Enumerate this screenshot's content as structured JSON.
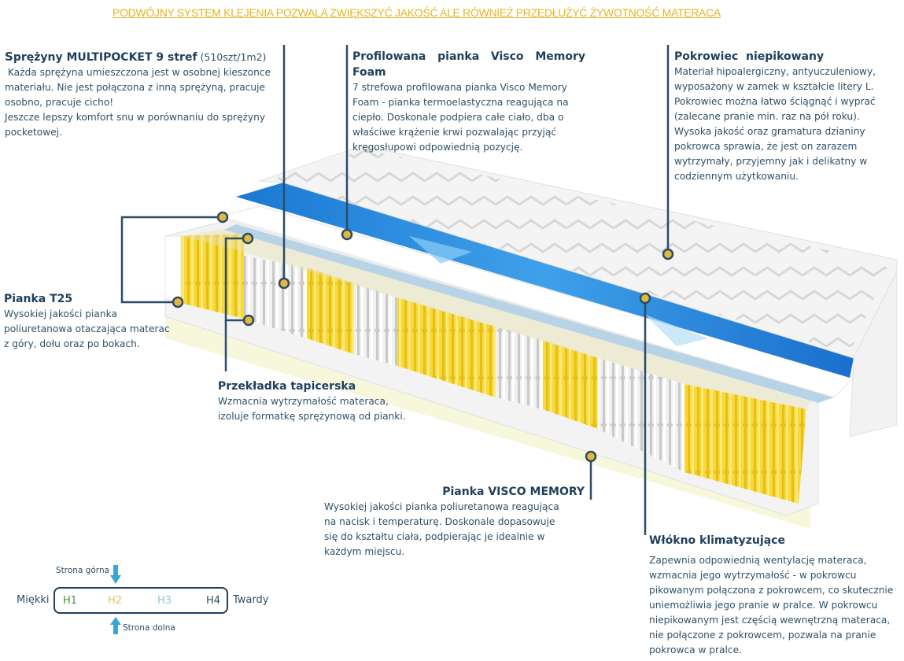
{
  "banner": "PODWÓJNY SYSTEM KLEJENIA POZWALA ZWIĘKSZYĆ JAKOŚĆ ALE RÓWNIEŻ PRZEDŁUŻYĆ ŻYWOTNOŚĆ MATERACA",
  "callouts": {
    "springs": {
      "title_first": "S",
      "title_rest": "prężyny MULTIPOCKET 9 stref",
      "title_sub": " (510szt/1m2)",
      "lines": [
        " Każda sprężyna umieszczona jest w osobnej kieszonce",
        "materiału. Nie jest połączona z inną sprężyną, pracuje",
        "osobno, pracuje cicho!",
        "Jeszcze lepszy komfort snu w porównaniu do  sprężyny",
        "pocketowej."
      ]
    },
    "visco_foam": {
      "title": "Profilowana pianka Visco Memory Foam",
      "lines": [
        "7 strefowa profilowana pianka Visco Memory",
        "Foam - pianka termoelastyczna reagująca na",
        "ciepło.  Doskonale podpiera całe ciało, dba o",
        "właściwe krążenie krwi pozwalając przyjąć",
        "kręgosłupowi odpowiednią pozycję."
      ]
    },
    "cover": {
      "title": "Pokrowiec  niepikowany",
      "lines": [
        "Materiał hipoalergiczny, antyuczuleniowy,",
        "wyposażony w zamek w kształcie litery L.",
        "Pokrowiec można łatwo ściągnąć i wyprać",
        "(zalecane pranie min.  raz na pół roku).",
        "Wysoka jakość oraz gramatura dzianiny",
        "pokrowca sprawia, że jest on zarazem",
        "wytrzymały, przyjemny jak i delikatny w",
        "codziennym użytkowaniu."
      ]
    },
    "t25": {
      "title": "Pianka T25",
      "lines": [
        "Wysokiej jakości pianka",
        "poliuretanowa otaczająca materac",
        "z góry, dołu oraz po bokach."
      ]
    },
    "upholstery": {
      "title": "Przekładka tapicerska",
      "lines": [
        "Wzmacnia wytrzymałość materaca,",
        "izoluje formatkę sprężynową od pianki."
      ]
    },
    "visco_memory": {
      "title": "Pianka VISCO MEMORY",
      "lines": [
        "Wysokiej jakości pianka poliuretanowa reagująca",
        "na nacisk i temperaturę. Doskonale dopasowuje",
        "się do kształtu ciała, podpierając je idealnie w",
        "każdym miejscu."
      ]
    },
    "fiber": {
      "title": "Włókno klimatyzujące",
      "lines": [
        "Zapewnia odpowiednią wentylację materaca,",
        "wzmacnia jego wytrzymałość - w pokrowcu",
        "pikowanym połączona z pokrowcem, co skutecznie",
        "uniemożliwia jego pranie w pralce. W pokrowcu",
        "niepikowanym jest częścią wewnętrzną materaca,",
        "nie połączone z pokrowcem, pozwala na pranie",
        "pokrowca w pralce."
      ]
    }
  },
  "hardness_scale": {
    "soft_label": "Miękki",
    "hard_label": "Twardy",
    "top_side_label": "Strona górna",
    "bottom_side_label": "Strona dolna",
    "levels": [
      {
        "label": "H1",
        "color": "#4f8f3a"
      },
      {
        "label": "H2",
        "color": "#e2c35a"
      },
      {
        "label": "H3",
        "color": "#8cc6d8"
      },
      {
        "label": "H4",
        "color": "#2f4b63"
      }
    ],
    "arrow_color": "#3aa6d6"
  },
  "colors": {
    "banner": "#e6b422",
    "text": "#2f5068",
    "title": "#1f3f5c",
    "leader_line": "#2c4c6a",
    "marker_fill": "#e3b93a",
    "foam_blue": "#1e7fd6",
    "spring_yellow": "#f2d02a",
    "spring_white": "#e6e6e6"
  }
}
